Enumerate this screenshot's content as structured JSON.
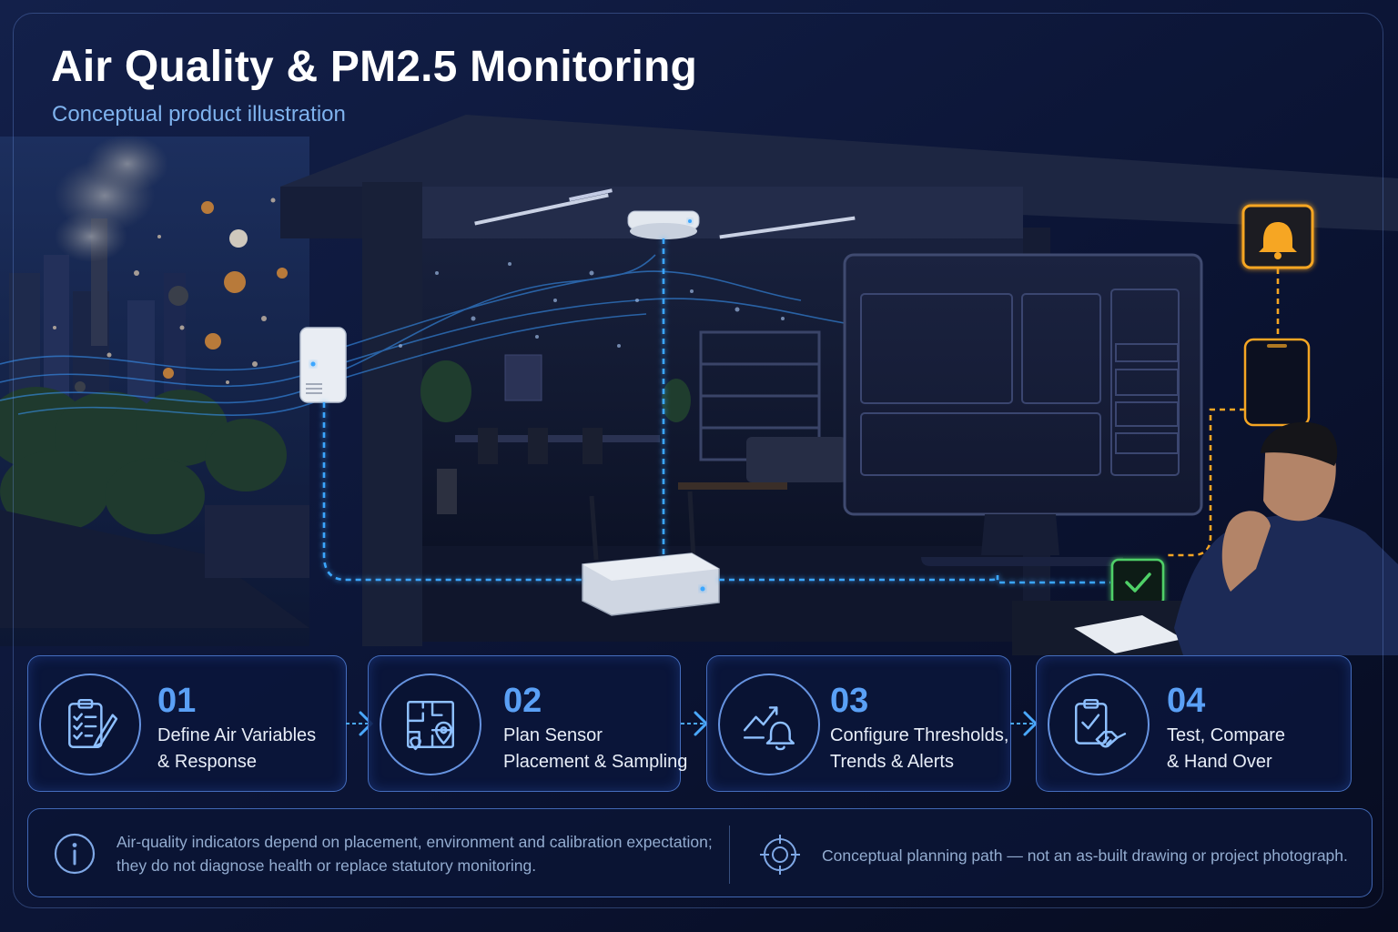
{
  "header": {
    "title": "Air Quality & PM2.5 Monitoring",
    "subtitle": "Conceptual product illustration"
  },
  "steps": [
    {
      "number": "01",
      "line1": "Define Air Variables",
      "line2": "& Response",
      "icon": "clipboard-pencil-icon"
    },
    {
      "number": "02",
      "line1": "Plan Sensor",
      "line2": "Placement & Sampling",
      "icon": "floorplan-pin-icon"
    },
    {
      "number": "03",
      "line1": "Configure Thresholds,",
      "line2": "Trends & Alerts",
      "icon": "trend-bell-icon"
    },
    {
      "number": "04",
      "line1": "Test, Compare",
      "line2": "& Hand Over",
      "icon": "clipboard-handshake-icon"
    }
  ],
  "notes": {
    "disclaimer_line1": "Air-quality indicators depend on placement, environment and calibration expectation;",
    "disclaimer_line2": "they do not diagnose health or replace statutory monitoring.",
    "planning_note": "Conceptual planning path — not an as-built drawing or project photograph."
  },
  "colors": {
    "background": "#060b1c",
    "accent_blue": "#5aa0f6",
    "connection_blue": "#3aa6ff",
    "alert_amber": "#f6a623",
    "ok_green": "#4fd067"
  }
}
